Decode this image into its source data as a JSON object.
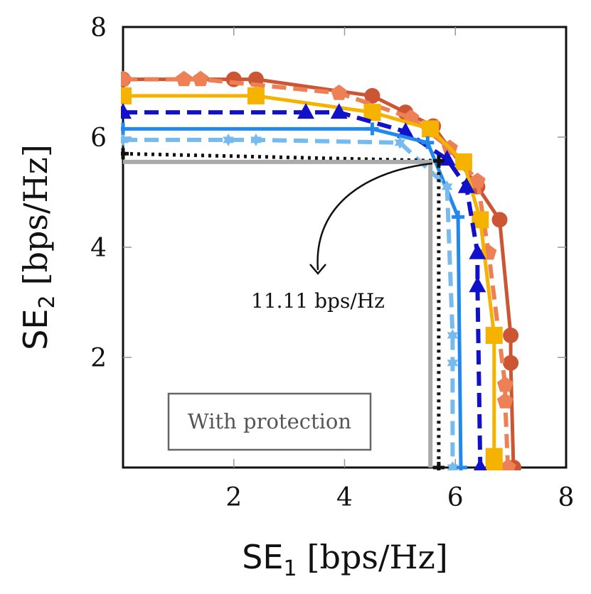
{
  "chart_data": {
    "type": "line",
    "xlabel": {
      "main": "SE",
      "sub": "1",
      "unit": "[bps/Hz]"
    },
    "ylabel": {
      "main": "SE",
      "sub": "2",
      "unit": "[bps/Hz]"
    },
    "xlim": [
      0,
      8
    ],
    "ylim": [
      0,
      8
    ],
    "xticks": [
      "2",
      "4",
      "6",
      "8"
    ],
    "yticks": [
      "2",
      "4",
      "6",
      "8"
    ],
    "grid": false,
    "annotation": {
      "text": "11.11 bps/Hz",
      "target": [
        5.57,
        5.57
      ]
    },
    "box_label": "With protection",
    "series": [
      {
        "color": "#cc5533",
        "dash": "solid",
        "marker": "circle",
        "points": [
          [
            0,
            7.05
          ],
          [
            2.0,
            7.05
          ],
          [
            2.4,
            7.05
          ],
          [
            4.5,
            6.75
          ],
          [
            5.1,
            6.45
          ],
          [
            5.6,
            6.2
          ],
          [
            6.4,
            5.1
          ],
          [
            6.8,
            4.5
          ],
          [
            7.0,
            2.4
          ],
          [
            7.0,
            1.9
          ],
          [
            7.05,
            0
          ]
        ]
      },
      {
        "color": "#ee8055",
        "dash": "dashed",
        "marker": "pentagon",
        "points": [
          [
            0,
            7.05
          ],
          [
            1.1,
            7.05
          ],
          [
            1.4,
            7.05
          ],
          [
            3.9,
            6.8
          ],
          [
            5.2,
            6.35
          ],
          [
            5.9,
            5.8
          ],
          [
            6.4,
            5.2
          ],
          [
            6.6,
            3.9
          ],
          [
            6.9,
            1.5
          ],
          [
            6.9,
            1.2
          ],
          [
            6.95,
            0
          ]
        ]
      },
      {
        "color": "#f5b300",
        "dash": "solid",
        "marker": "square",
        "points": [
          [
            0,
            6.75
          ],
          [
            2.4,
            6.75
          ],
          [
            4.5,
            6.45
          ],
          [
            5.55,
            6.15
          ],
          [
            6.15,
            5.55
          ],
          [
            6.45,
            4.5
          ],
          [
            6.7,
            2.4
          ],
          [
            6.7,
            0.2
          ],
          [
            6.7,
            0
          ]
        ]
      },
      {
        "color": "#1111cc",
        "dash": "dashed",
        "marker": "triangle",
        "points": [
          [
            0,
            6.45
          ],
          [
            3.3,
            6.45
          ],
          [
            3.9,
            6.45
          ],
          [
            5.1,
            6.1
          ],
          [
            5.85,
            5.6
          ],
          [
            6.2,
            5.1
          ],
          [
            6.4,
            3.9
          ],
          [
            6.4,
            3.3
          ],
          [
            6.45,
            0
          ]
        ]
      },
      {
        "color": "#2288ee",
        "dash": "solid",
        "marker": "plus",
        "points": [
          [
            0,
            6.15
          ],
          [
            4.5,
            6.15
          ],
          [
            5.5,
            5.9
          ],
          [
            6.05,
            4.55
          ],
          [
            6.1,
            0
          ]
        ]
      },
      {
        "color": "#77bbee",
        "dash": "dashed",
        "marker": "star",
        "points": [
          [
            0,
            5.95
          ],
          [
            1.9,
            5.95
          ],
          [
            2.4,
            5.95
          ],
          [
            5.0,
            5.9
          ],
          [
            5.85,
            5.1
          ],
          [
            5.95,
            2.4
          ],
          [
            5.95,
            1.9
          ],
          [
            5.95,
            0
          ]
        ]
      },
      {
        "color": "#111111",
        "dash": "dotted",
        "marker": "cross",
        "points": [
          [
            0,
            5.7
          ],
          [
            5.7,
            5.57
          ],
          [
            5.7,
            0
          ]
        ]
      },
      {
        "color": "#aaaaaa",
        "dash": "solid",
        "marker": "none",
        "points": [
          [
            0,
            5.55
          ],
          [
            5.55,
            5.55
          ],
          [
            5.55,
            0
          ]
        ]
      }
    ]
  }
}
